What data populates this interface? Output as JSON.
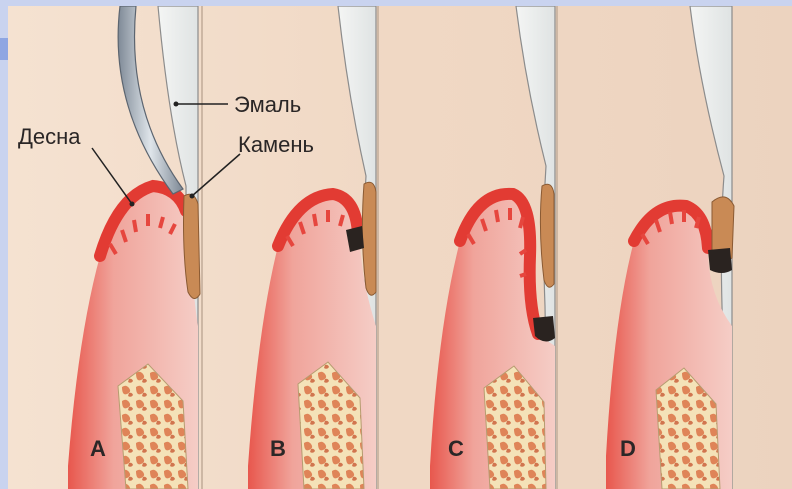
{
  "labels": {
    "enamel": "Эмаль",
    "gum": "Десна",
    "stone": "Камень"
  },
  "panels": [
    "A",
    "B",
    "C",
    "D"
  ],
  "colors": {
    "background": "#f1dccb",
    "gum_red": "#e0443c",
    "gum_pink": "#f2c1bb",
    "tooth": "#e9ecec",
    "calculus": "#c98a55",
    "calculus_dark": "#2a2320",
    "bone": "#f4e2b8",
    "bone_red": "#d9683f",
    "instrument": "#9aa6b4"
  },
  "icons": [
    "curette-instrument"
  ]
}
